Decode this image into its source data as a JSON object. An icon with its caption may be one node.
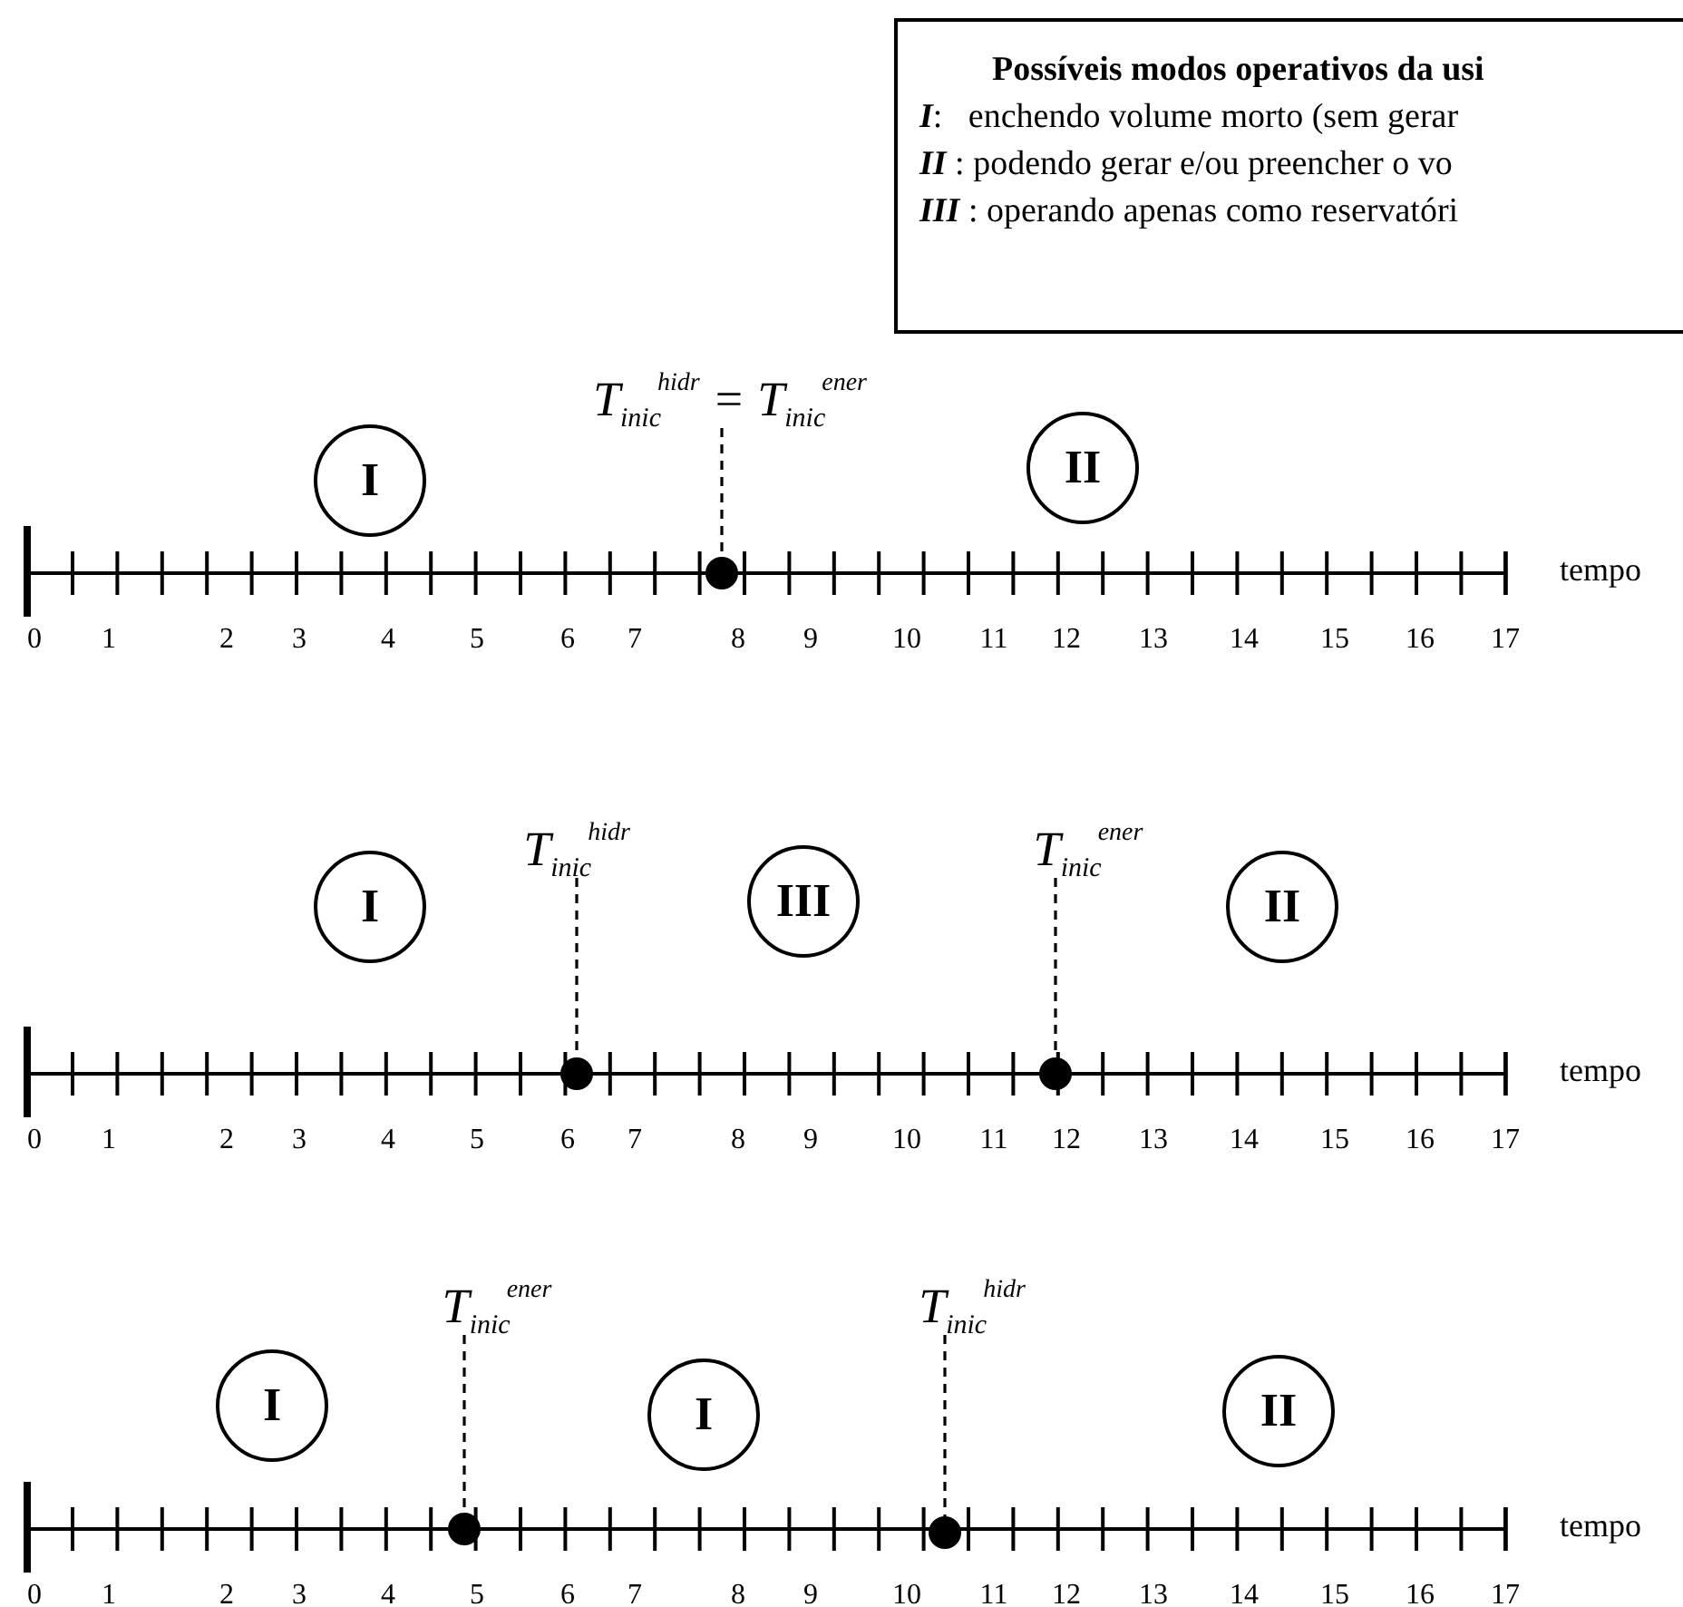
{
  "diagram": {
    "nodes": [
      {
        "text": [
          "Possíveis modos operativos da usi",
          "**I**:   enchendo volume morto (sem gerar",
          "**II** : podendo gerar e/ou preencher o vo",
          "**III** : operando apenas como reservatóri"
        ]
      },
      {
        "text": [
          "T$_{inic}$$^{hidr}$ = T$_{inic}$$^{ener}$"
        ]
      },
      {
        "text": [
          "I"
        ]
      },
      {
        "text": [
          "II"
        ]
      },
      {
        "text": [],
        "shape": "circle"
      },
      {
        "text": [
          "T$_{inic}$$^{hidr}$"
        ]
      },
      {
        "text": [
          "T$_{inic}$$^{ener}$"
        ]
      },
      {
        "text": [
          "I"
        ]
      },
      {
        "text": [
          "III"
        ]
      },
      {
        "text": [
          "II"
        ]
      },
      {
        "text": [],
        "shape": "circle"
      },
      {
        "text": [],
        "shape": "circle"
      },
      {
        "text": [
          "T$_{inic}$$^{ener}$"
        ]
      },
      {
        "text": [
          "T$_{inic}$$^{hidr}$"
        ]
      },
      {
        "text": [
          "I"
        ]
      },
      {
        "text": [
          "I"
        ]
      },
      {
        "text": [
          "II"
        ]
      },
      {
        "text": [],
        "shape": "circle"
      },
      {
        "text": [],
        "shape": "circle"
      }
    ],
    "edges": [
      {
        "from": 1,
        "to": 4,
        "arrow": "none",
        "style": "dashed"
      },
      {
        "from": 5,
        "to": 10,
        "arrow": "none",
        "style": "dashed"
      },
      {
        "from": 6,
        "to": 11,
        "arrow": "none",
        "style": "dashed"
      },
      {
        "from": 12,
        "to": 17,
        "arrow": "none",
        "style": "dashed"
      },
      {
        "from": 13,
        "to": 18,
        "arrow": "none",
        "style": "dashed"
      }
    ],
    "labels": [
      "tempo",
      "0",
      "1",
      "2",
      "3",
      "4",
      "5",
      "6",
      "7",
      "8",
      "9",
      "10",
      "11",
      "12",
      "13",
      "14",
      "15",
      "16",
      "17",
      "tempo",
      "0",
      "1",
      "2",
      "3",
      "4",
      "5",
      "6",
      "7",
      "8",
      "9",
      "10",
      "11",
      "12",
      "13",
      "14",
      "15",
      "16",
      "17",
      "tempo",
      "0",
      "1",
      "2",
      "3",
      "4",
      "5",
      "6",
      "7",
      "8",
      "9",
      "10",
      "11",
      "12",
      "13",
      "14",
      "15",
      "16",
      "17"
    ]
  }
}
